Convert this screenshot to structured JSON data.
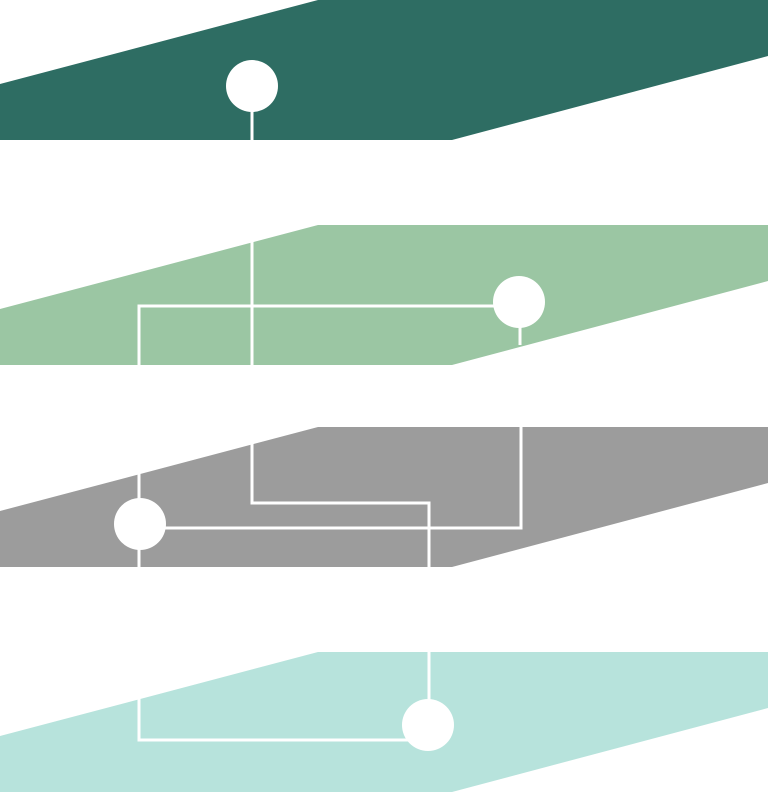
{
  "diagram": {
    "layers": [
      {
        "id": "layer-1",
        "color": "#2e6d63"
      },
      {
        "id": "layer-2",
        "color": "#9bc6a3"
      },
      {
        "id": "layer-3",
        "color": "#9c9c9c"
      },
      {
        "id": "layer-4",
        "color": "#b7e3dc"
      }
    ],
    "connector_color": "#ffffff",
    "node_color": "#ffffff"
  }
}
